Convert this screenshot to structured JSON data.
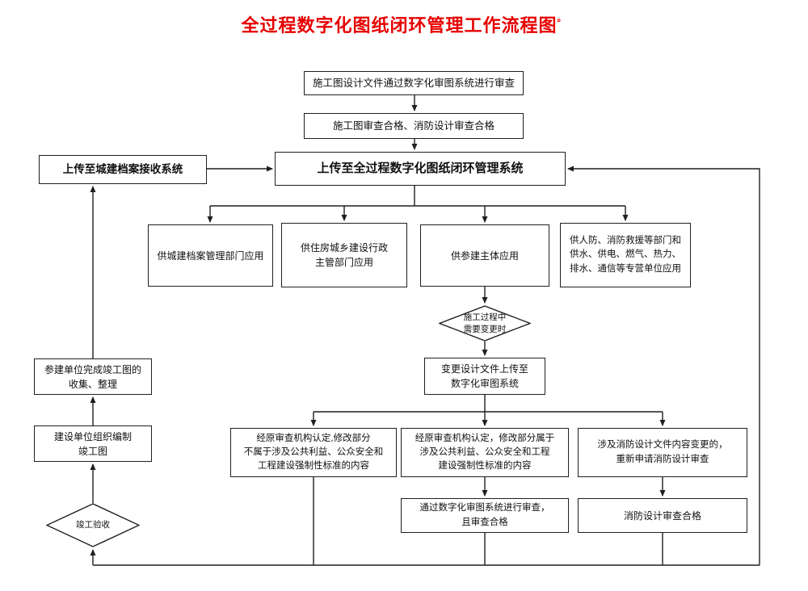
{
  "title": "全过程数字化图纸闭环管理工作流程图",
  "title_mark": "。",
  "nodes": {
    "review": "施工图设计文件通过数字化审图系统进行审查",
    "qualified": "施工图审查合格、消防设计审查合格",
    "main_system": "上传至全过程数字化图纸闭环管理系统",
    "archive_upload": "上传至城建档案接收系统",
    "app_archive": "供城建档案管理部门应用",
    "app_housing": "供住房城乡建设行政\n主管部门应用",
    "app_participants": "供参建主体应用",
    "app_special": "供人防、消防救援等部门和\n供水、供电、燃气、热力、\n排水、通信等专营单位应用",
    "need_change": "施工过程中\n需要变更时",
    "change_upload": "变更设计文件上传至\n数字化审图系统",
    "branch_minor": "经原审查机构认定,修改部分\n不属于涉及公共利益、公众安全和\n工程建设强制性标准的内容",
    "branch_major": "经原审查机构认定，修改部分属于\n涉及公共利益、公众安全和工程\n建设强制性标准的内容",
    "branch_fire": "涉及消防设计文件内容变更的，\n重新申请消防设计审查",
    "digital_pass": "通过数字化审图系统进行审查，\n且审查合格",
    "fire_pass": "消防设计审查合格",
    "collect": "参建单位完成竣工图的\n收集、整理",
    "compile": "建设单位组织编制\n竣工图",
    "acceptance": "竣工验收"
  },
  "colors": {
    "title": "#e60000",
    "line": "#1f1f1f",
    "box_border": "#1f1f1f",
    "background": "#ffffff"
  }
}
